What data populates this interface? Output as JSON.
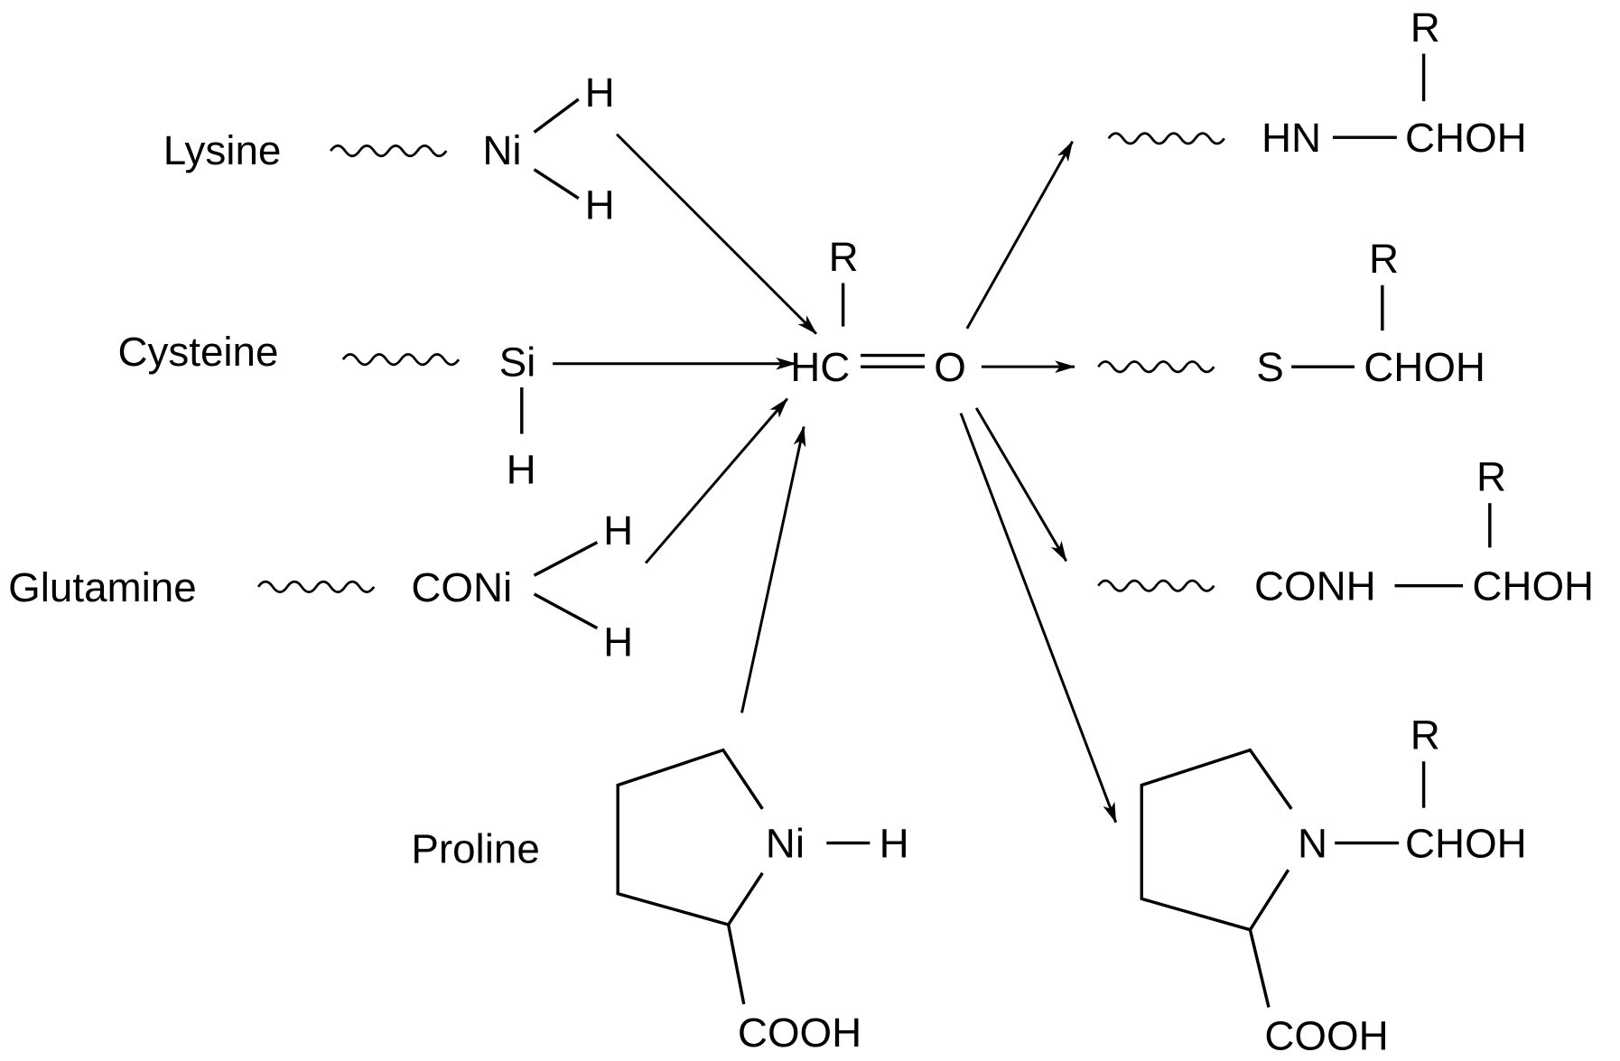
{
  "reactants": {
    "lysine": {
      "label": "Lysine",
      "group": "Ni",
      "h1": "H",
      "h2": "H"
    },
    "cysteine": {
      "label": "Cysteine",
      "group": "Si",
      "h": "H"
    },
    "glutamine": {
      "label": "Glutamine",
      "group": "CONi",
      "h1": "H",
      "h2": "H"
    },
    "proline": {
      "label": "Proline",
      "group": "Ni",
      "h": "H",
      "acid": "COOH"
    }
  },
  "aldehyde": {
    "hc": "HC",
    "r": "R",
    "o": "O"
  },
  "products": {
    "lysine": {
      "amine": "HN",
      "carbinol": "CHOH",
      "r": "R"
    },
    "cysteine": {
      "thiol": "S",
      "carbinol": "CHOH",
      "r": "R"
    },
    "glutamine": {
      "amide": "CONH",
      "carbinol": "CHOH",
      "r": "R"
    },
    "proline": {
      "amine": "N",
      "carbinol": "CHOH",
      "r": "R",
      "acid": "COOH"
    }
  }
}
